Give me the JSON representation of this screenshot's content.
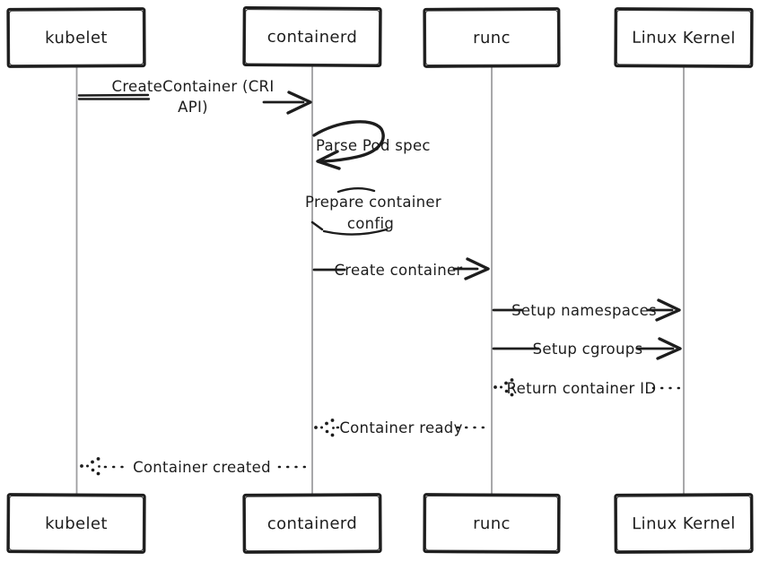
{
  "diagram": {
    "type": "sequence-diagram",
    "topic": "container creation flow",
    "actors": [
      {
        "name": "kubelet"
      },
      {
        "name": "containerd"
      },
      {
        "name": "runc"
      },
      {
        "name": "Linux Kernel"
      }
    ],
    "messages": [
      {
        "from": "kubelet",
        "to": "containerd",
        "style": "solid",
        "label": "CreateContainer (CRI API)",
        "label_line1": "CreateContainer (CRI",
        "label_line2": "API)"
      },
      {
        "actor": "containerd",
        "style": "self-loop",
        "label": "Parse Pod spec"
      },
      {
        "actor": "containerd",
        "style": "self-loop",
        "label": "Prepare container config",
        "label_line1": "Prepare container",
        "label_line2": "config"
      },
      {
        "from": "containerd",
        "to": "runc",
        "style": "solid",
        "label": "Create container"
      },
      {
        "from": "runc",
        "to": "Linux Kernel",
        "style": "solid",
        "label": "Setup namespaces"
      },
      {
        "from": "runc",
        "to": "Linux Kernel",
        "style": "solid",
        "label": "Setup cgroups"
      },
      {
        "from": "Linux Kernel",
        "to": "runc",
        "style": "dotted-return",
        "label": "Return container ID"
      },
      {
        "from": "runc",
        "to": "containerd",
        "style": "dotted-return",
        "label": "Container ready"
      },
      {
        "from": "containerd",
        "to": "kubelet",
        "style": "dotted-return",
        "label": "Container created"
      }
    ],
    "colors": {
      "stroke": "#1d1d1d",
      "lifeline": "#9e9ea0",
      "background": "#ffffff",
      "text": "#1d1d1d"
    }
  }
}
